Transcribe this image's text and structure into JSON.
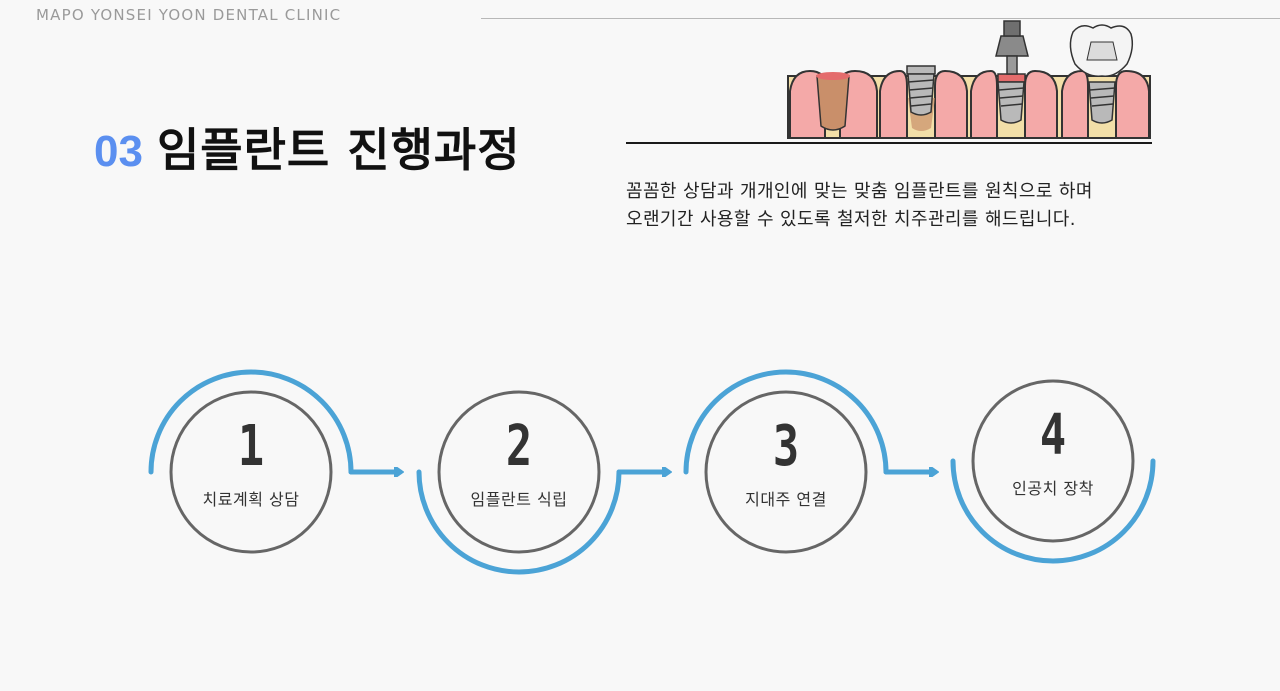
{
  "header": {
    "brand": "MAPO YONSEI YOON DENTAL CLINIC"
  },
  "section": {
    "number": "03",
    "title": "임플란트 진행과정",
    "description_lines": [
      "꼼꼼한 상담과 개개인에 맞는 맞춤 임플란트를 원칙으로 하며",
      "오랜기간 사용할 수 있도록 철저한 치주관리를 해드립니다."
    ]
  },
  "colors": {
    "accent_blue": "#5b8ff0",
    "arc_blue": "#4ba3d6",
    "circle_gray": "#666666",
    "gum_red": "#d9534f",
    "bone_tan": "#f2dfa8"
  },
  "steps": [
    {
      "number": "1",
      "label": "치료계획 상담"
    },
    {
      "number": "2",
      "label": "임플란트 식립"
    },
    {
      "number": "3",
      "label": "지대주 연결"
    },
    {
      "number": "4",
      "label": "인공치 장착"
    }
  ]
}
